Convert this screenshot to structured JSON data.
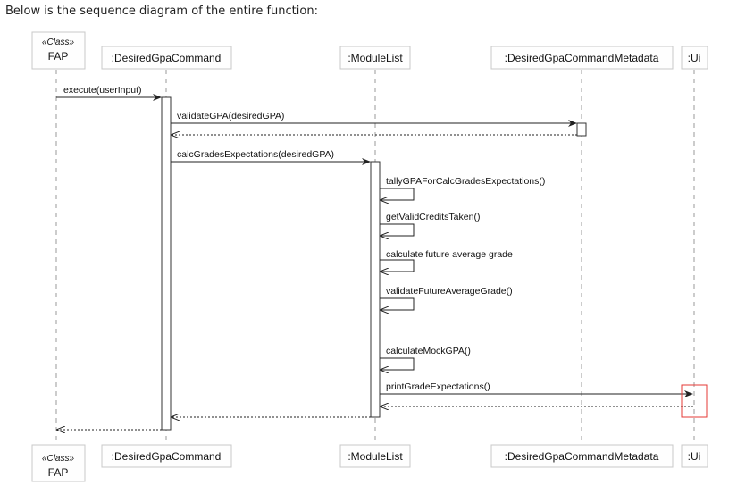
{
  "intro_text": "Below is the sequence diagram of the entire function:",
  "participants": [
    {
      "id": "fap",
      "stereotype": "«Class»",
      "name": "FAP"
    },
    {
      "id": "cmd",
      "name": ":DesiredGpaCommand"
    },
    {
      "id": "ml",
      "name": ":ModuleList"
    },
    {
      "id": "meta",
      "name": ":DesiredGpaCommandMetadata"
    },
    {
      "id": "ui",
      "name": ":Ui"
    }
  ],
  "messages": [
    {
      "from": "fap",
      "to": "cmd",
      "label": "execute(userInput)",
      "kind": "call"
    },
    {
      "from": "cmd",
      "to": "meta",
      "label": "validateGPA(desiredGPA)",
      "kind": "call"
    },
    {
      "from": "meta",
      "to": "cmd",
      "label": "",
      "kind": "return"
    },
    {
      "from": "cmd",
      "to": "ml",
      "label": "calcGradesExpectations(desiredGPA)",
      "kind": "call"
    },
    {
      "from": "ml",
      "to": "ml",
      "label": "tallyGPAForCalcGradesExpectations()",
      "kind": "self"
    },
    {
      "from": "ml",
      "to": "ml",
      "label": "getValidCreditsTaken()",
      "kind": "self"
    },
    {
      "from": "ml",
      "to": "ml",
      "label": "calculate future average grade",
      "kind": "self"
    },
    {
      "from": "ml",
      "to": "ml",
      "label": "validateFutureAverageGrade()",
      "kind": "self"
    },
    {
      "from": "ml",
      "to": "ml",
      "label": "calculateMockGPA()",
      "kind": "self"
    },
    {
      "from": "ml",
      "to": "ui",
      "label": "printGradeExpectations()",
      "kind": "call"
    },
    {
      "from": "ui",
      "to": "ml",
      "label": "",
      "kind": "return"
    },
    {
      "from": "ml",
      "to": "cmd",
      "label": "",
      "kind": "return"
    },
    {
      "from": "cmd",
      "to": "fap",
      "label": "",
      "kind": "return"
    }
  ],
  "colors": {
    "highlight": "#e53935",
    "line": "#222222",
    "box_border": "#c8c8c8"
  }
}
